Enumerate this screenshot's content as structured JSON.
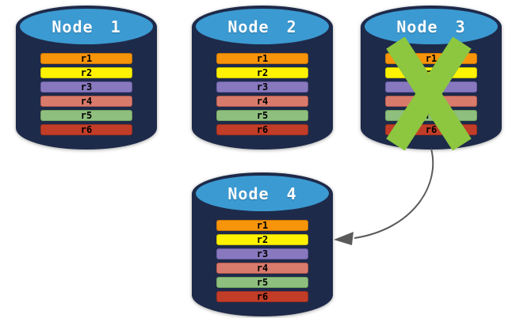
{
  "diagram": {
    "nodes": [
      {
        "id": "node-1",
        "title": "Node 1",
        "replicas": [
          "r1",
          "r2",
          "r3",
          "r4",
          "r5",
          "r6"
        ],
        "failed": false
      },
      {
        "id": "node-2",
        "title": "Node 2",
        "replicas": [
          "r1",
          "r2",
          "r3",
          "r4",
          "r5",
          "r6"
        ],
        "failed": false
      },
      {
        "id": "node-3",
        "title": "Node 3",
        "replicas": [
          "r1",
          "r2",
          "r3",
          "r4",
          "r5",
          "r6"
        ],
        "failed": true
      },
      {
        "id": "node-4",
        "title": "Node 4",
        "replicas": [
          "r1",
          "r2",
          "r3",
          "r4",
          "r5",
          "r6"
        ],
        "failed": false
      }
    ],
    "replica_colors": {
      "r1": {
        "fill": "#F7940A",
        "border": "#C97605"
      },
      "r2": {
        "fill": "#FEF200",
        "border": "#CCC200"
      },
      "r3": {
        "fill": "#8879BE",
        "border": "#6A5CA3"
      },
      "r4": {
        "fill": "#D97B6C",
        "border": "#B55A4C"
      },
      "r5": {
        "fill": "#8FBF7E",
        "border": "#6FA05F"
      },
      "r6": {
        "fill": "#C23D28",
        "border": "#9C2F1E"
      }
    },
    "colors": {
      "background": "#FFFFFF",
      "cylinder_body": "#1E2A4A",
      "cylinder_top": "#3B9AD2",
      "title_text": "#FFFFFF",
      "bar_text": "#000000",
      "failure_x": "#8DC63F",
      "arrow": "#5A5A5A"
    },
    "failure_mark": {
      "node": "Node 3",
      "symbol": "X"
    },
    "arrow": {
      "from": "Node 3",
      "to": "Node 4"
    }
  }
}
